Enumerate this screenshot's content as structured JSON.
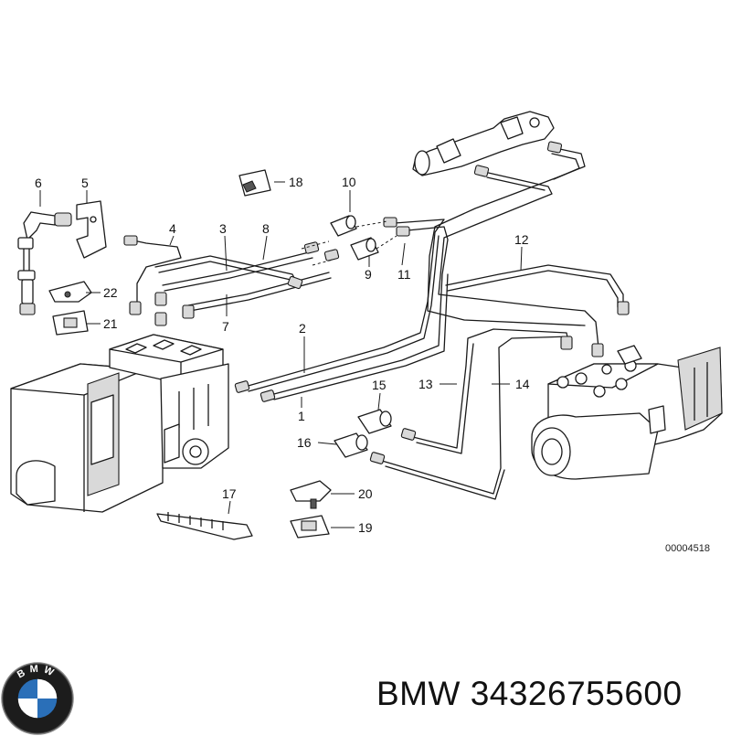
{
  "diagram": {
    "callouts": [
      "1",
      "2",
      "3",
      "4",
      "5",
      "6",
      "7",
      "8",
      "9",
      "10",
      "11",
      "12",
      "13",
      "14",
      "15",
      "16",
      "17",
      "18",
      "19",
      "20",
      "21",
      "22"
    ],
    "reference_code": "00004518"
  },
  "caption": {
    "brand": "BMW",
    "part_number": "34326755600",
    "text": "BMW 34326755600"
  },
  "logo": {
    "letters": "BMW",
    "colors": {
      "ring": "#1c1c1c",
      "blue": "#2a6fb8",
      "white": "#ffffff"
    }
  }
}
